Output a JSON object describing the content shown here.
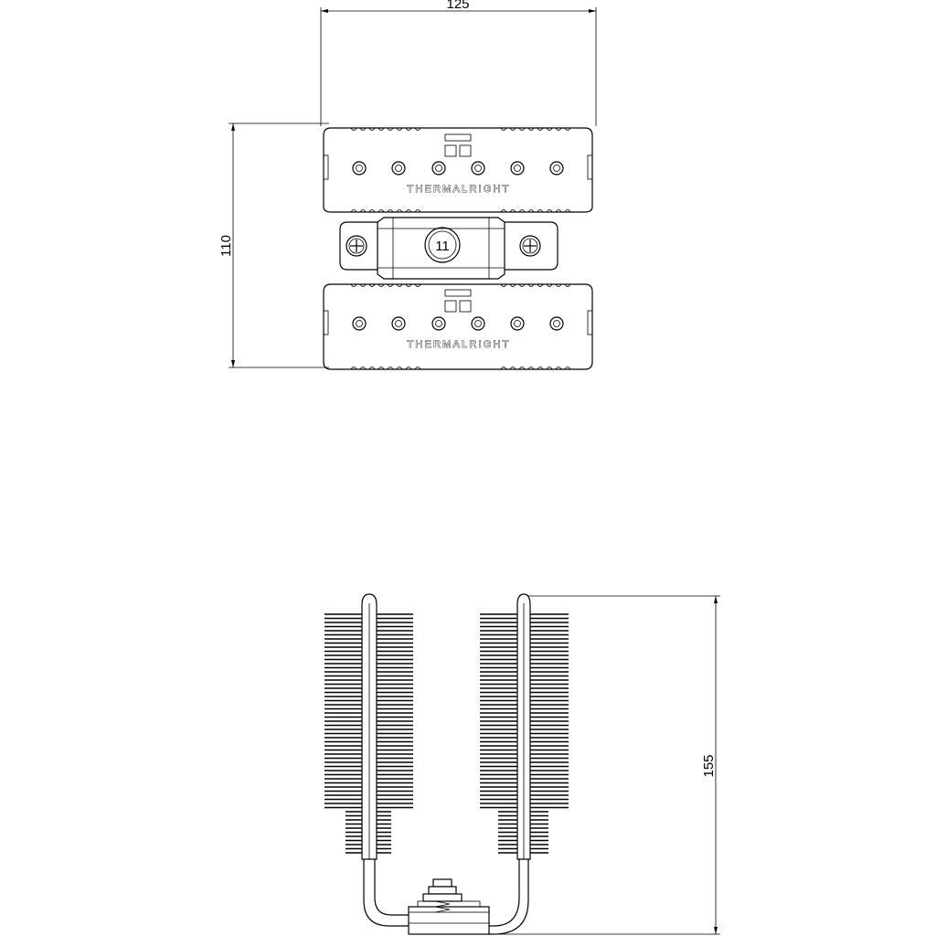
{
  "dimensions": {
    "width": "125",
    "height": "110",
    "total_height": "155"
  },
  "branding": {
    "top_stack": "THERMALRIGHT",
    "bottom_stack": "THERMALRIGHT",
    "mount_label": "11"
  },
  "colors": {
    "line": "#000000",
    "background": "#ffffff"
  }
}
